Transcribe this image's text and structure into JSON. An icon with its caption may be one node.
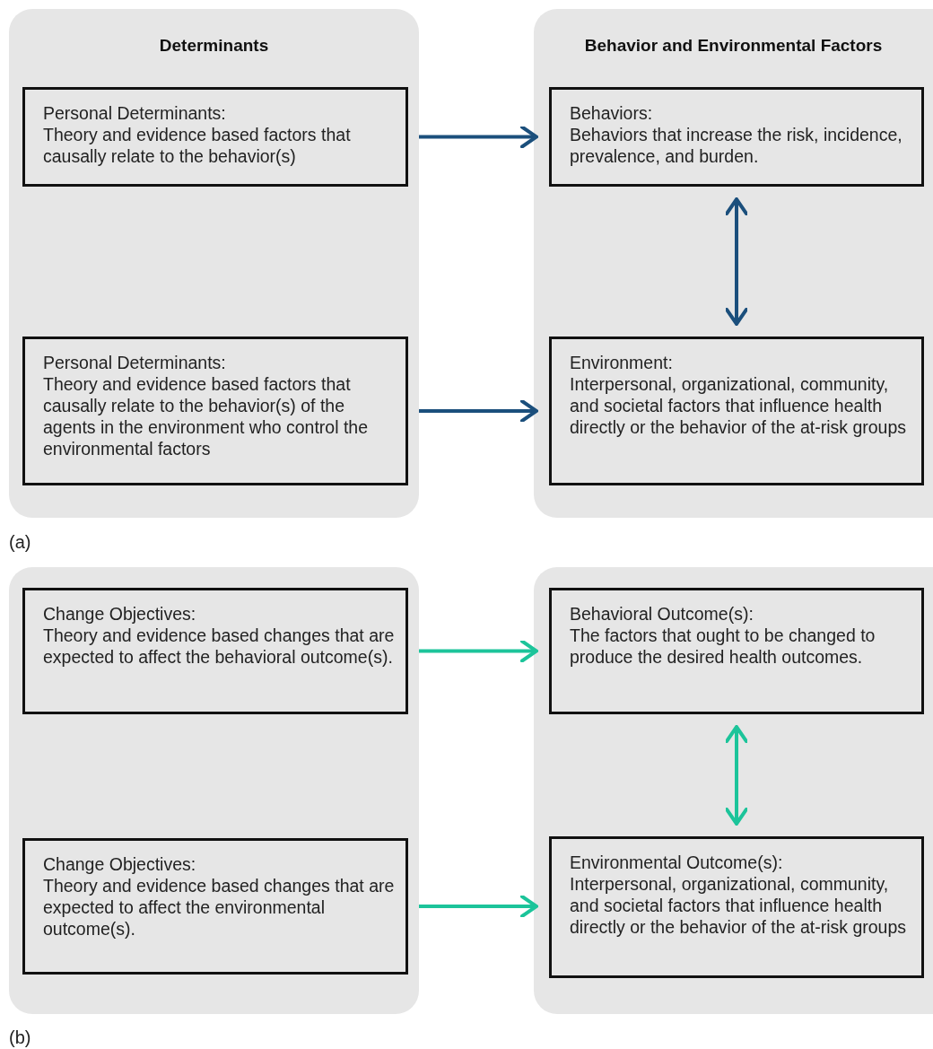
{
  "diagram": {
    "nodes": [
      {
        "text": [
          "Determinants"
        ]
      },
      {
        "text": [
          "Personal Determinants:",
          "Theory and evidence based factors that causally relate to the behavior(s)"
        ],
        "in": 0
      },
      {
        "text": [
          "Personal Determinants:",
          "Theory and evidence based factors that causally relate to the behavior(s) of the agents in the environment who control the environmental factors"
        ],
        "in": 0
      },
      {
        "text": [
          "Behavior and Environmental Factors"
        ]
      },
      {
        "text": [
          "Behaviors:",
          "Behaviors that increase the risk, incidence, prevalence, and burden."
        ],
        "in": 3
      },
      {
        "text": [
          "Environment:",
          "Interpersonal, organizational, community, and societal factors that influence health directly or the behavior of the at-risk groups"
        ],
        "in": 3
      },
      {
        "text": [],
        "shape": "box"
      },
      {
        "text": [
          "Change Objectives:",
          "Theory and evidence based changes that are expected to affect the behavioral outcome(s)."
        ],
        "in": 6
      },
      {
        "text": [
          "Change Objectives:",
          "Theory and evidence based changes that are expected to affect the environmental outcome(s)."
        ],
        "in": 6
      },
      {
        "text": [],
        "shape": "box"
      },
      {
        "text": [
          "Behavioral Outcome(s):",
          "The factors that ought to be changed to produce the desired health outcomes."
        ],
        "in": 9
      },
      {
        "text": [
          "Environmental Outcome(s):",
          "Interpersonal, organizational, community, and societal factors that influence health directly or the behavior of the at-risk groups"
        ],
        "in": 9
      }
    ],
    "edges": [
      {
        "from": 1,
        "to": 4,
        "arrow": "to",
        "color": "#1b4f7c"
      },
      {
        "from": 2,
        "to": 5,
        "arrow": "to",
        "color": "#1b4f7c"
      },
      {
        "from": 4,
        "to": 5,
        "arrow": "both",
        "color": "#1b4f7c"
      },
      {
        "from": 7,
        "to": 10,
        "arrow": "to",
        "color": "#1cc49a"
      },
      {
        "from": 8,
        "to": 11,
        "arrow": "to",
        "color": "#1cc49a"
      },
      {
        "from": 10,
        "to": 11,
        "arrow": "both",
        "color": "#1cc49a"
      }
    ],
    "labels": [
      "(a)",
      "(b)"
    ]
  }
}
